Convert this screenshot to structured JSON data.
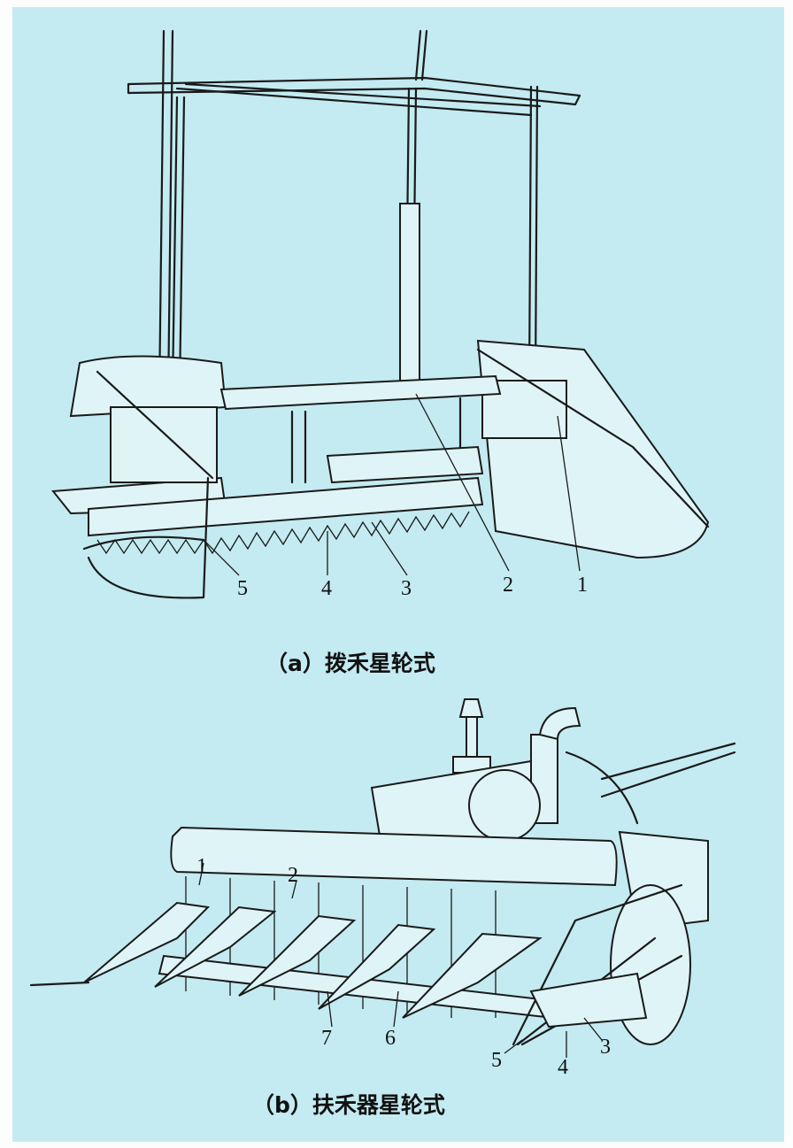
{
  "figure_a": {
    "caption": "（a）拨禾星轮式",
    "labels": [
      "5",
      "4",
      "3",
      "2",
      "1"
    ]
  },
  "figure_b": {
    "caption": "（b）扶禾器星轮式",
    "labels": [
      "1",
      "2",
      "7",
      "6",
      "5",
      "4",
      "3"
    ]
  },
  "colors": {
    "background": "#c3ebf1",
    "ink": "#1a1a1a"
  }
}
